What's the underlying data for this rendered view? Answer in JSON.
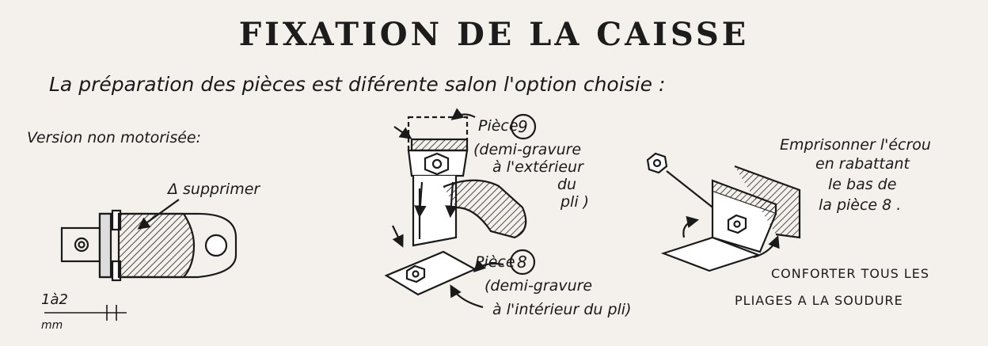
{
  "title": "FIXATION DE LA CAISSE",
  "intro": "La préparation des pièces est diférente salon l'option choisie :",
  "version_label": "Version non motorisée:",
  "left_figure": {
    "supprimer_label": "Δ supprimer",
    "dimension_label": "1à2",
    "unit_label": "mm"
  },
  "middle_figure": {
    "piece9_label": "Pièce",
    "piece9_number": "9",
    "piece9_note_1": "(demi-gravure",
    "piece9_note_2": "à l'extérieur",
    "piece9_note_3": "du",
    "piece9_note_4": "pli )",
    "piece8_label": "Pièce",
    "piece8_number": "8",
    "piece8_note_1": "(demi-gravure",
    "piece8_note_2": "à l'intérieur du pli)"
  },
  "right_figure": {
    "note_1": "Emprisonner l'écrou",
    "note_2": "en rabattant",
    "note_3": "le bas de",
    "note_4": "la pièce 8 .",
    "caps_1": "CONFORTER TOUS LES",
    "caps_2": "PLIAGES A LA SOUDURE"
  }
}
